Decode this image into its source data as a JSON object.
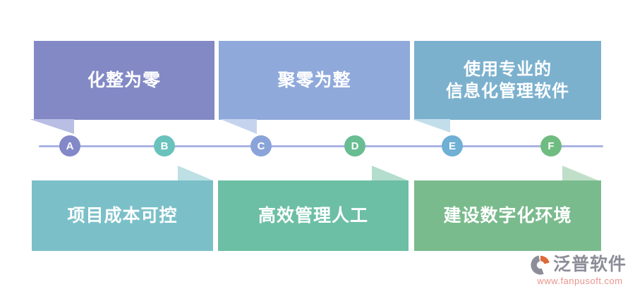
{
  "top_boxes": [
    {
      "label": "化整为零",
      "color": "#8289c5",
      "tail_color": "#b9bee4"
    },
    {
      "label": "聚零为整",
      "color": "#8fa9db",
      "tail_color": "#c5d3ee"
    },
    {
      "label": "使用专业的\n信息化管理软件",
      "color": "#7cb1ce",
      "tail_color": "#c3deeb"
    }
  ],
  "bottom_boxes": [
    {
      "label": "项目成本可控",
      "color": "#7bc0c8",
      "tail_color": "#bce0e3"
    },
    {
      "label": "高效管理人工",
      "color": "#6cbfa4",
      "tail_color": "#b3ddcd"
    },
    {
      "label": "建设数字化环境",
      "color": "#7abb8d",
      "tail_color": "#c0dfc8"
    }
  ],
  "timeline": {
    "line_color": "#a9b3e2",
    "markers": [
      {
        "letter": "A",
        "color": "#8288c8"
      },
      {
        "letter": "B",
        "color": "#69c2bc"
      },
      {
        "letter": "C",
        "color": "#8aa4da"
      },
      {
        "letter": "D",
        "color": "#68bd93"
      },
      {
        "letter": "E",
        "color": "#6fb0d4"
      },
      {
        "letter": "F",
        "color": "#6fbc80"
      }
    ]
  },
  "logo": {
    "brand": "泛普软件",
    "url": "www.fanpusoft.com",
    "brand_color": "#8d8d99",
    "url_color": "#e9948b",
    "icon_gray": "#8d8d99",
    "icon_orange": "#de6a3a"
  }
}
